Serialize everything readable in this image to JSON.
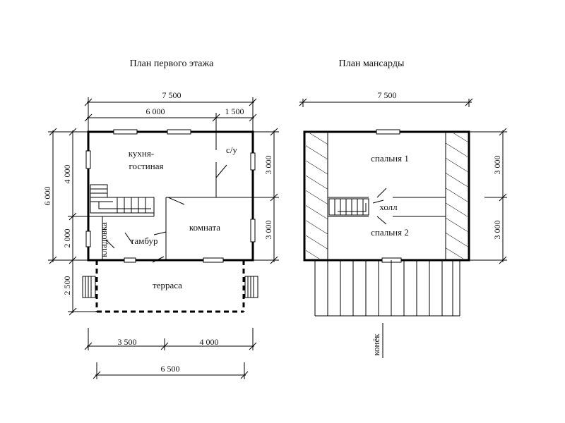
{
  "titles": {
    "ground": "План первого этажа",
    "attic": "План мансарды"
  },
  "ground_rooms": {
    "kitchen_line1": "кухня-",
    "kitchen_line2": "гостиная",
    "wc": "с/у",
    "room": "комната",
    "vestibule": "тамбур",
    "pantry": "кладовка",
    "terrace": "терраса"
  },
  "attic_rooms": {
    "bedroom1": "спальня 1",
    "bedroom2": "спальня 2",
    "hall": "холл",
    "ridge": "конёк"
  },
  "ground_dims": {
    "total_width": "7 500",
    "left_width": "6 000",
    "right_width": "1 500",
    "bottom_left": "3 500",
    "bottom_right": "4 000",
    "bottom_total": "6 500",
    "left_total": "6 000",
    "left_upper": "4 000",
    "left_lower": "2 000",
    "left_terrace": "2 500",
    "right_upper": "3 000",
    "right_lower": "3 000"
  },
  "attic_dims": {
    "total_width": "7 500",
    "right_upper": "3 000",
    "right_lower": "3 000"
  }
}
